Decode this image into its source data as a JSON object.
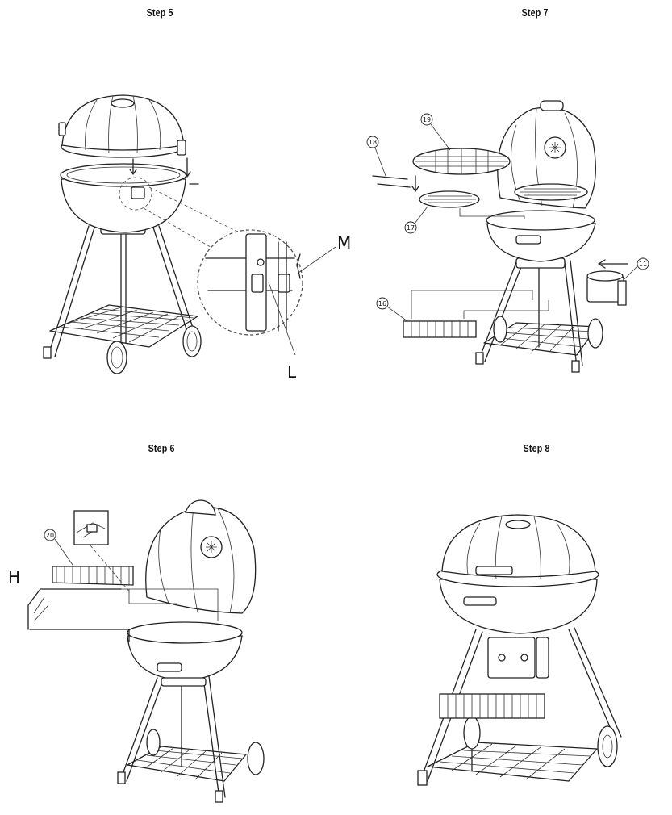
{
  "steps": [
    {
      "title": "Step 5"
    },
    {
      "title": "Step 7"
    },
    {
      "title": "Step 6"
    },
    {
      "title": "Step 8"
    }
  ],
  "labels": {
    "letter_m": "M",
    "letter_l": "L",
    "letter_h": "H"
  },
  "callouts": {
    "part_19": "19",
    "part_18": "18",
    "part_17": "17",
    "part_16": "16",
    "part_11": "11",
    "part_20": "20"
  }
}
